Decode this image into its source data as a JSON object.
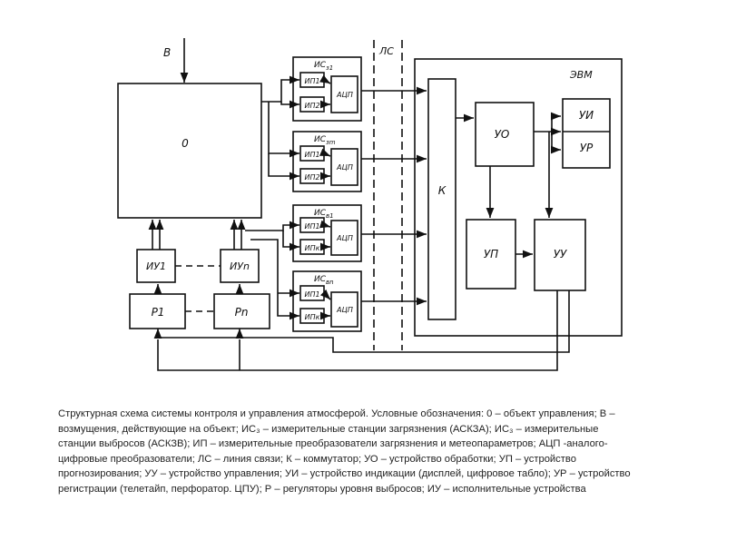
{
  "diagram": {
    "disturbance": "В",
    "object": "0",
    "line": "ЛС",
    "computer": "ЭВМ",
    "stations": [
      {
        "title": "ИС",
        "sub": "з1",
        "sensors": [
          "ИП1",
          "ИП2"
        ],
        "adc": "АЦП"
      },
      {
        "title": "ИС",
        "sub": "зm",
        "sensors": [
          "ИП1",
          "ИП2"
        ],
        "adc": "АЦП"
      },
      {
        "title": "ИС",
        "sub": "в1",
        "sensors": [
          "ИП1",
          "ИПк"
        ],
        "adc": "АЦП"
      },
      {
        "title": "ИС",
        "sub": "вn",
        "sensors": [
          "ИП1",
          "ИПк"
        ],
        "adc": "АЦП"
      }
    ],
    "commutator": "К",
    "processing": "УО",
    "indication": "УИ",
    "registration": "УР",
    "forecasting": "УП",
    "control": "УУ",
    "actuators": [
      "ИУ1",
      "ИУn"
    ],
    "regulators": [
      "Р1",
      "Рn"
    ]
  },
  "caption": [
    "Структурная схема системы контроля и управления атмосферой. Условные обозначения: 0 – объект управления; В –",
    "возмущения, действующие на объект; ИС₃ – измерительные станции загрязнения (АСКЗА); ИС₃ – измерительные",
    "станции выбросов (АСКЗВ); ИП – измерительные преобразователи загрязнения и метеопараметров; АЦП -аналого-",
    "цифровые преобразователи; ЛС – линия связи; К – коммутатор; УО – устройство обработки; УП – устройство",
    "прогнозирования; УУ – устройство управления; УИ – устройство индикации (дисплей, цифровое табло); УР – устройство",
    "регистрации (телетайп, перфоратор. ЦПУ); Р – регуляторы уровня выбросов; ИУ – исполнительные устройства"
  ]
}
